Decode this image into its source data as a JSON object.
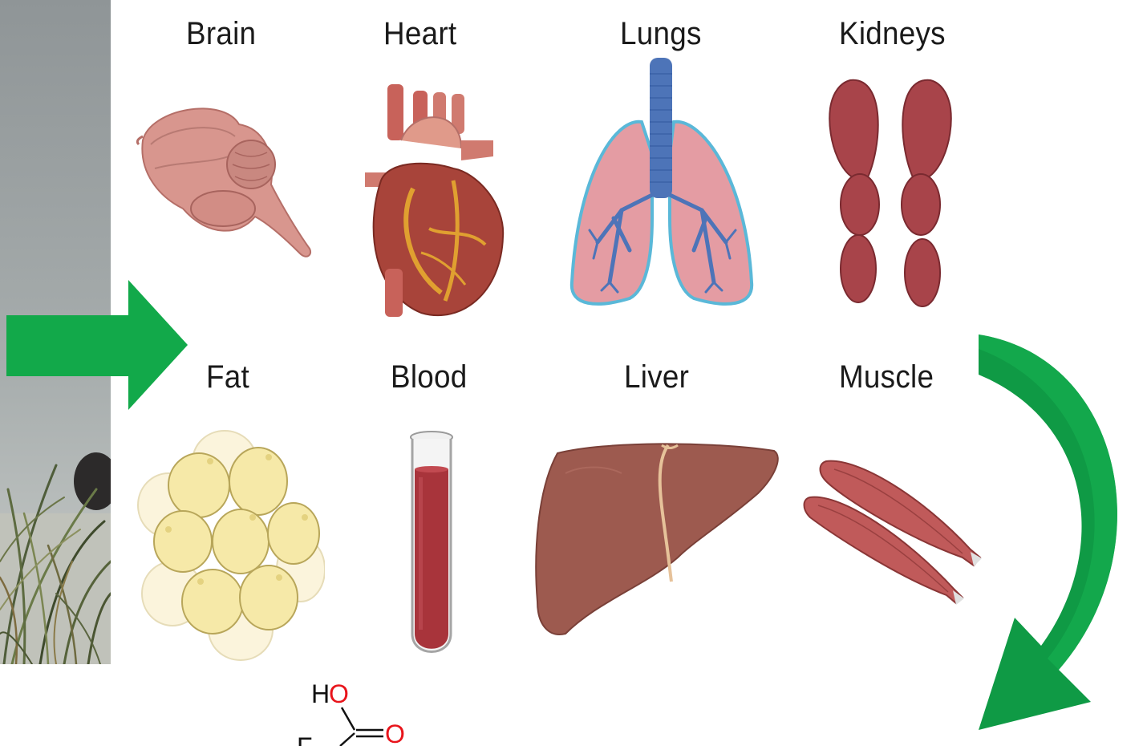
{
  "organs": {
    "brain": "Brain",
    "heart": "Heart",
    "lungs": "Lungs",
    "kidneys": "Kidneys",
    "fat": "Fat",
    "blood": "Blood",
    "liver": "Liver",
    "muscle": "Muscle"
  },
  "molecule": {
    "hydroxyl_h": "H",
    "hydroxyl_o": "O",
    "carbonyl_o": "O",
    "fluorine": "F"
  },
  "colors": {
    "arrow_green": "#12a94a",
    "oxygen_red": "#e8141b"
  }
}
